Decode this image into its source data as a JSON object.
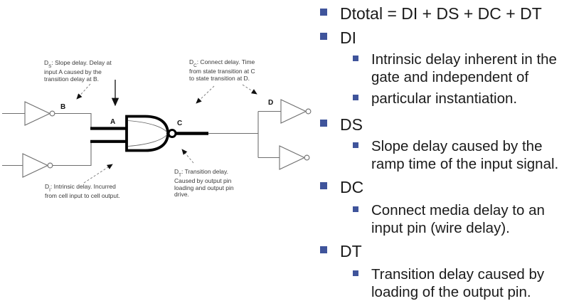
{
  "content": {
    "bullet_color": "#3f549b",
    "text_color": "#1b1b1b",
    "bullets": [
      {
        "level": 1,
        "text": "Dtotal = DI + DS + DC + DT"
      },
      {
        "level": 1,
        "text": "DI"
      },
      {
        "level": 2,
        "text": "Intrinsic delay inherent in the gate and independent of"
      },
      {
        "level": 2,
        "text": "particular instantiation."
      },
      {
        "level": 1,
        "text": "DS"
      },
      {
        "level": 2,
        "text": "Slope delay caused by the ramp time of the input signal."
      },
      {
        "level": 1,
        "text": "DC"
      },
      {
        "level": 2,
        "text": "Connect media delay to an input pin (wire delay)."
      },
      {
        "level": 1,
        "text": "DT"
      },
      {
        "level": 2,
        "text": "Transition delay caused by loading of the output pin."
      }
    ]
  },
  "diagram": {
    "node_labels": {
      "a": "A",
      "b": "B",
      "c": "C",
      "d": "D"
    },
    "annotations": {
      "ds": {
        "sym": "D",
        "sub": "S",
        "line1": ": Slope delay. Delay at",
        "line2": "input A caused by the",
        "line3": "transition delay at B."
      },
      "dc": {
        "sym": "D",
        "sub": "C",
        "line1": ": Connect delay. Time",
        "line2": "from state transition at C",
        "line3": "to state transition at D."
      },
      "di": {
        "sym": "D",
        "sub": "I",
        "line1": ": Intrinsic delay. Incurred",
        "line2": "from cell input to cell output."
      },
      "dt": {
        "sym": "D",
        "sub": "T",
        "line1": ": Transition delay.",
        "line2": "Caused by output pin",
        "line3": "loading and output pin",
        "line4": "drive."
      }
    }
  }
}
